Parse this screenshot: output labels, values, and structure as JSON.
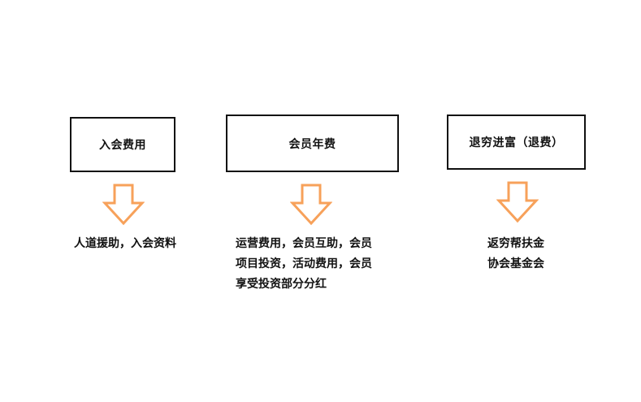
{
  "colors": {
    "arrow": "#f7a15a",
    "border": "#111111",
    "text": "#111111",
    "background": "#ffffff"
  },
  "columns": [
    {
      "box_label": "入会费用",
      "arrow_icon": "down-arrow-icon",
      "description_lines": [
        "人道援助，入会资料"
      ]
    },
    {
      "box_label": "会员年费",
      "arrow_icon": "down-arrow-icon",
      "description_lines": [
        "运营费用，会员互助，会员",
        "项目投资，活动费用，会员",
        "享受投资部分分红"
      ]
    },
    {
      "box_label": "退穷进富（退费）",
      "arrow_icon": "down-arrow-icon",
      "description_lines": [
        "返穷帮扶金",
        "协会基金会"
      ]
    }
  ]
}
